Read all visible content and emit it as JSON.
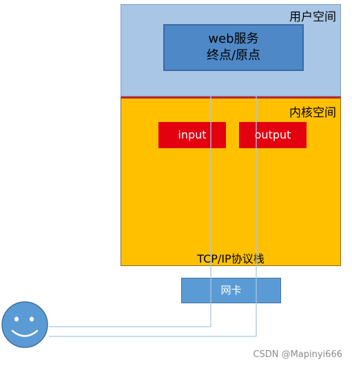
{
  "user_space": {
    "label": "用户空间"
  },
  "web_service": {
    "line1": "web服务",
    "line2": "终点/原点"
  },
  "kernel_space": {
    "label": "内核空间"
  },
  "input_box": {
    "label": "input"
  },
  "output_box": {
    "label": "output"
  },
  "tcp_stack": {
    "label": "TCP/IP协议栈"
  },
  "nic": {
    "label": "网卡"
  },
  "user_icon": "smiley-face-icon",
  "watermark": "CSDN @Mapinyi666",
  "colors": {
    "user_space": "#a9c6e6",
    "web_service": "#4f88c6",
    "kernel_space": "#ffc000",
    "kernel_border": "#c0272d",
    "io_box": "#e3000f",
    "nic": "#5b9bd5",
    "face": "#5b9bd5"
  }
}
